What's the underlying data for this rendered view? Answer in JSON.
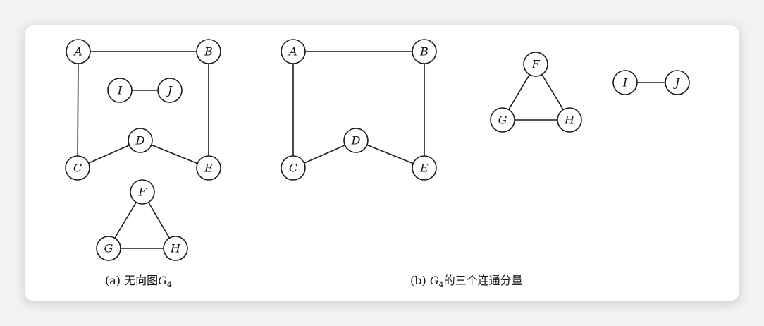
{
  "graph_a": {
    "nodes": [
      "A",
      "B",
      "C",
      "D",
      "E",
      "I",
      "J",
      "F",
      "G",
      "H"
    ],
    "edges": [
      [
        "A",
        "B"
      ],
      [
        "A",
        "C"
      ],
      [
        "B",
        "E"
      ],
      [
        "C",
        "D"
      ],
      [
        "D",
        "E"
      ],
      [
        "I",
        "J"
      ],
      [
        "F",
        "G"
      ],
      [
        "F",
        "H"
      ],
      [
        "G",
        "H"
      ]
    ]
  },
  "graph_b_component1": {
    "nodes": [
      "A",
      "B",
      "C",
      "D",
      "E"
    ],
    "edges": [
      [
        "A",
        "B"
      ],
      [
        "A",
        "C"
      ],
      [
        "B",
        "E"
      ],
      [
        "C",
        "D"
      ],
      [
        "D",
        "E"
      ]
    ]
  },
  "graph_b_component2": {
    "nodes": [
      "F",
      "G",
      "H"
    ],
    "edges": [
      [
        "F",
        "G"
      ],
      [
        "F",
        "H"
      ],
      [
        "G",
        "H"
      ]
    ]
  },
  "graph_b_component3": {
    "nodes": [
      "I",
      "J"
    ],
    "edges": [
      [
        "I",
        "J"
      ]
    ]
  },
  "caption_a": {
    "prefix": "(a) 无向图",
    "symbol": "G",
    "subscript": "4"
  },
  "caption_b": {
    "prefix": "(b) ",
    "symbol": "G",
    "subscript": "4",
    "suffix": "的三个连通分量"
  }
}
